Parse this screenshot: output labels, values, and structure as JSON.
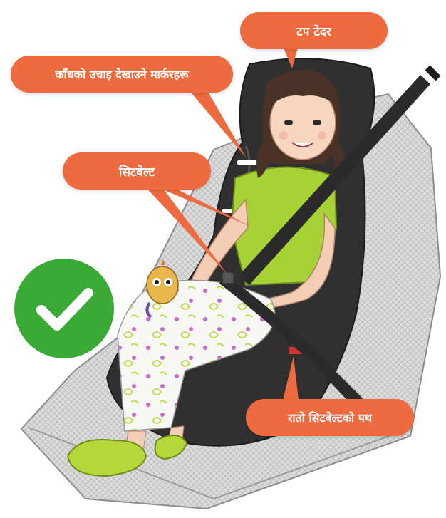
{
  "labels": {
    "top_tether": "टप टेदर",
    "shoulder_markers": "काँधको उचाइ देखाउने मार्करहरू",
    "seatbelt": "सिटबेल्ट",
    "red_belt_path": "रातो सिटबेल्टको पथ"
  },
  "icons": {
    "check": "check-mark-icon"
  },
  "colors": {
    "callout": "#ee6a3f",
    "callout_text": "#ffffff",
    "check_badge": "#3aaa35",
    "belt": "#2b2b2b",
    "shirt": "#a6d235",
    "shoes": "#b7d63a",
    "car_seat": "#303030",
    "vehicle_seat": "#d8d8d8"
  }
}
